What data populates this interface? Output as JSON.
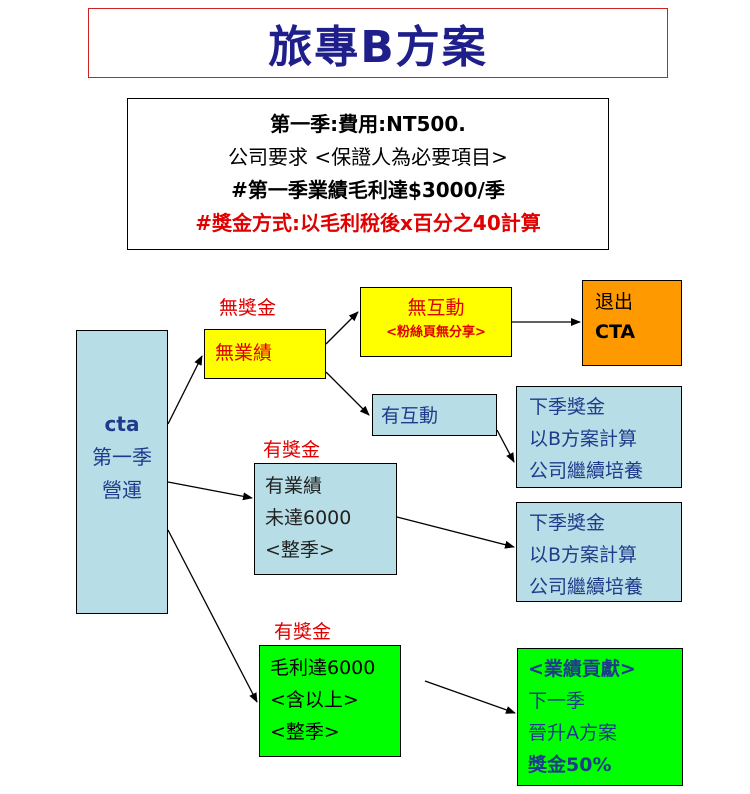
{
  "title": "旅專B方案",
  "info": {
    "line1": "第一季:費用:NT500.",
    "line2": "公司要求  <保證人為必要項目>",
    "line3": "#第一季業績毛利達$3000/季",
    "line4": "#獎金方式:以毛利稅後x百分之40計算"
  },
  "main": {
    "line1": "cta",
    "line2": "第一季",
    "line3": "營運"
  },
  "labels": {
    "no_bonus": "無獎金",
    "bonus_mid": "有獎金",
    "bonus_high": "有獎金"
  },
  "no_performance": "無業績",
  "no_interaction": {
    "main": "無互動",
    "sub": "<粉絲頁無分享>"
  },
  "exit": {
    "line1": "退出",
    "line2": "CTA"
  },
  "interaction": "有互動",
  "next_bonus_1": {
    "line1": "下季獎金",
    "line2": "以B方案計算",
    "line3": "公司繼續培養"
  },
  "mid_performance": {
    "line1": "有業績",
    "line2": "未達6000",
    "line3": "<整季>"
  },
  "next_bonus_2": {
    "line1": "下季獎金",
    "line2": "以B方案計算",
    "line3": "公司繼續培養"
  },
  "high_performance": {
    "line1": "毛利達6000",
    "line2": "<含以上>",
    "line3": "<整季>"
  },
  "promotion": {
    "line1": "<業績貢獻>",
    "line2": "下一季",
    "line3": "晉升A方案",
    "line4": "獎金50%"
  },
  "colors": {
    "title_text": "#1f1f8c",
    "title_border": "#cc2222",
    "red_text": "#e00000",
    "blue_text": "#1f3c8c",
    "light_blue_fill": "#b7dde6",
    "yellow_fill": "#ffff00",
    "green_fill": "#00ff00",
    "orange_fill": "#ff9900"
  }
}
